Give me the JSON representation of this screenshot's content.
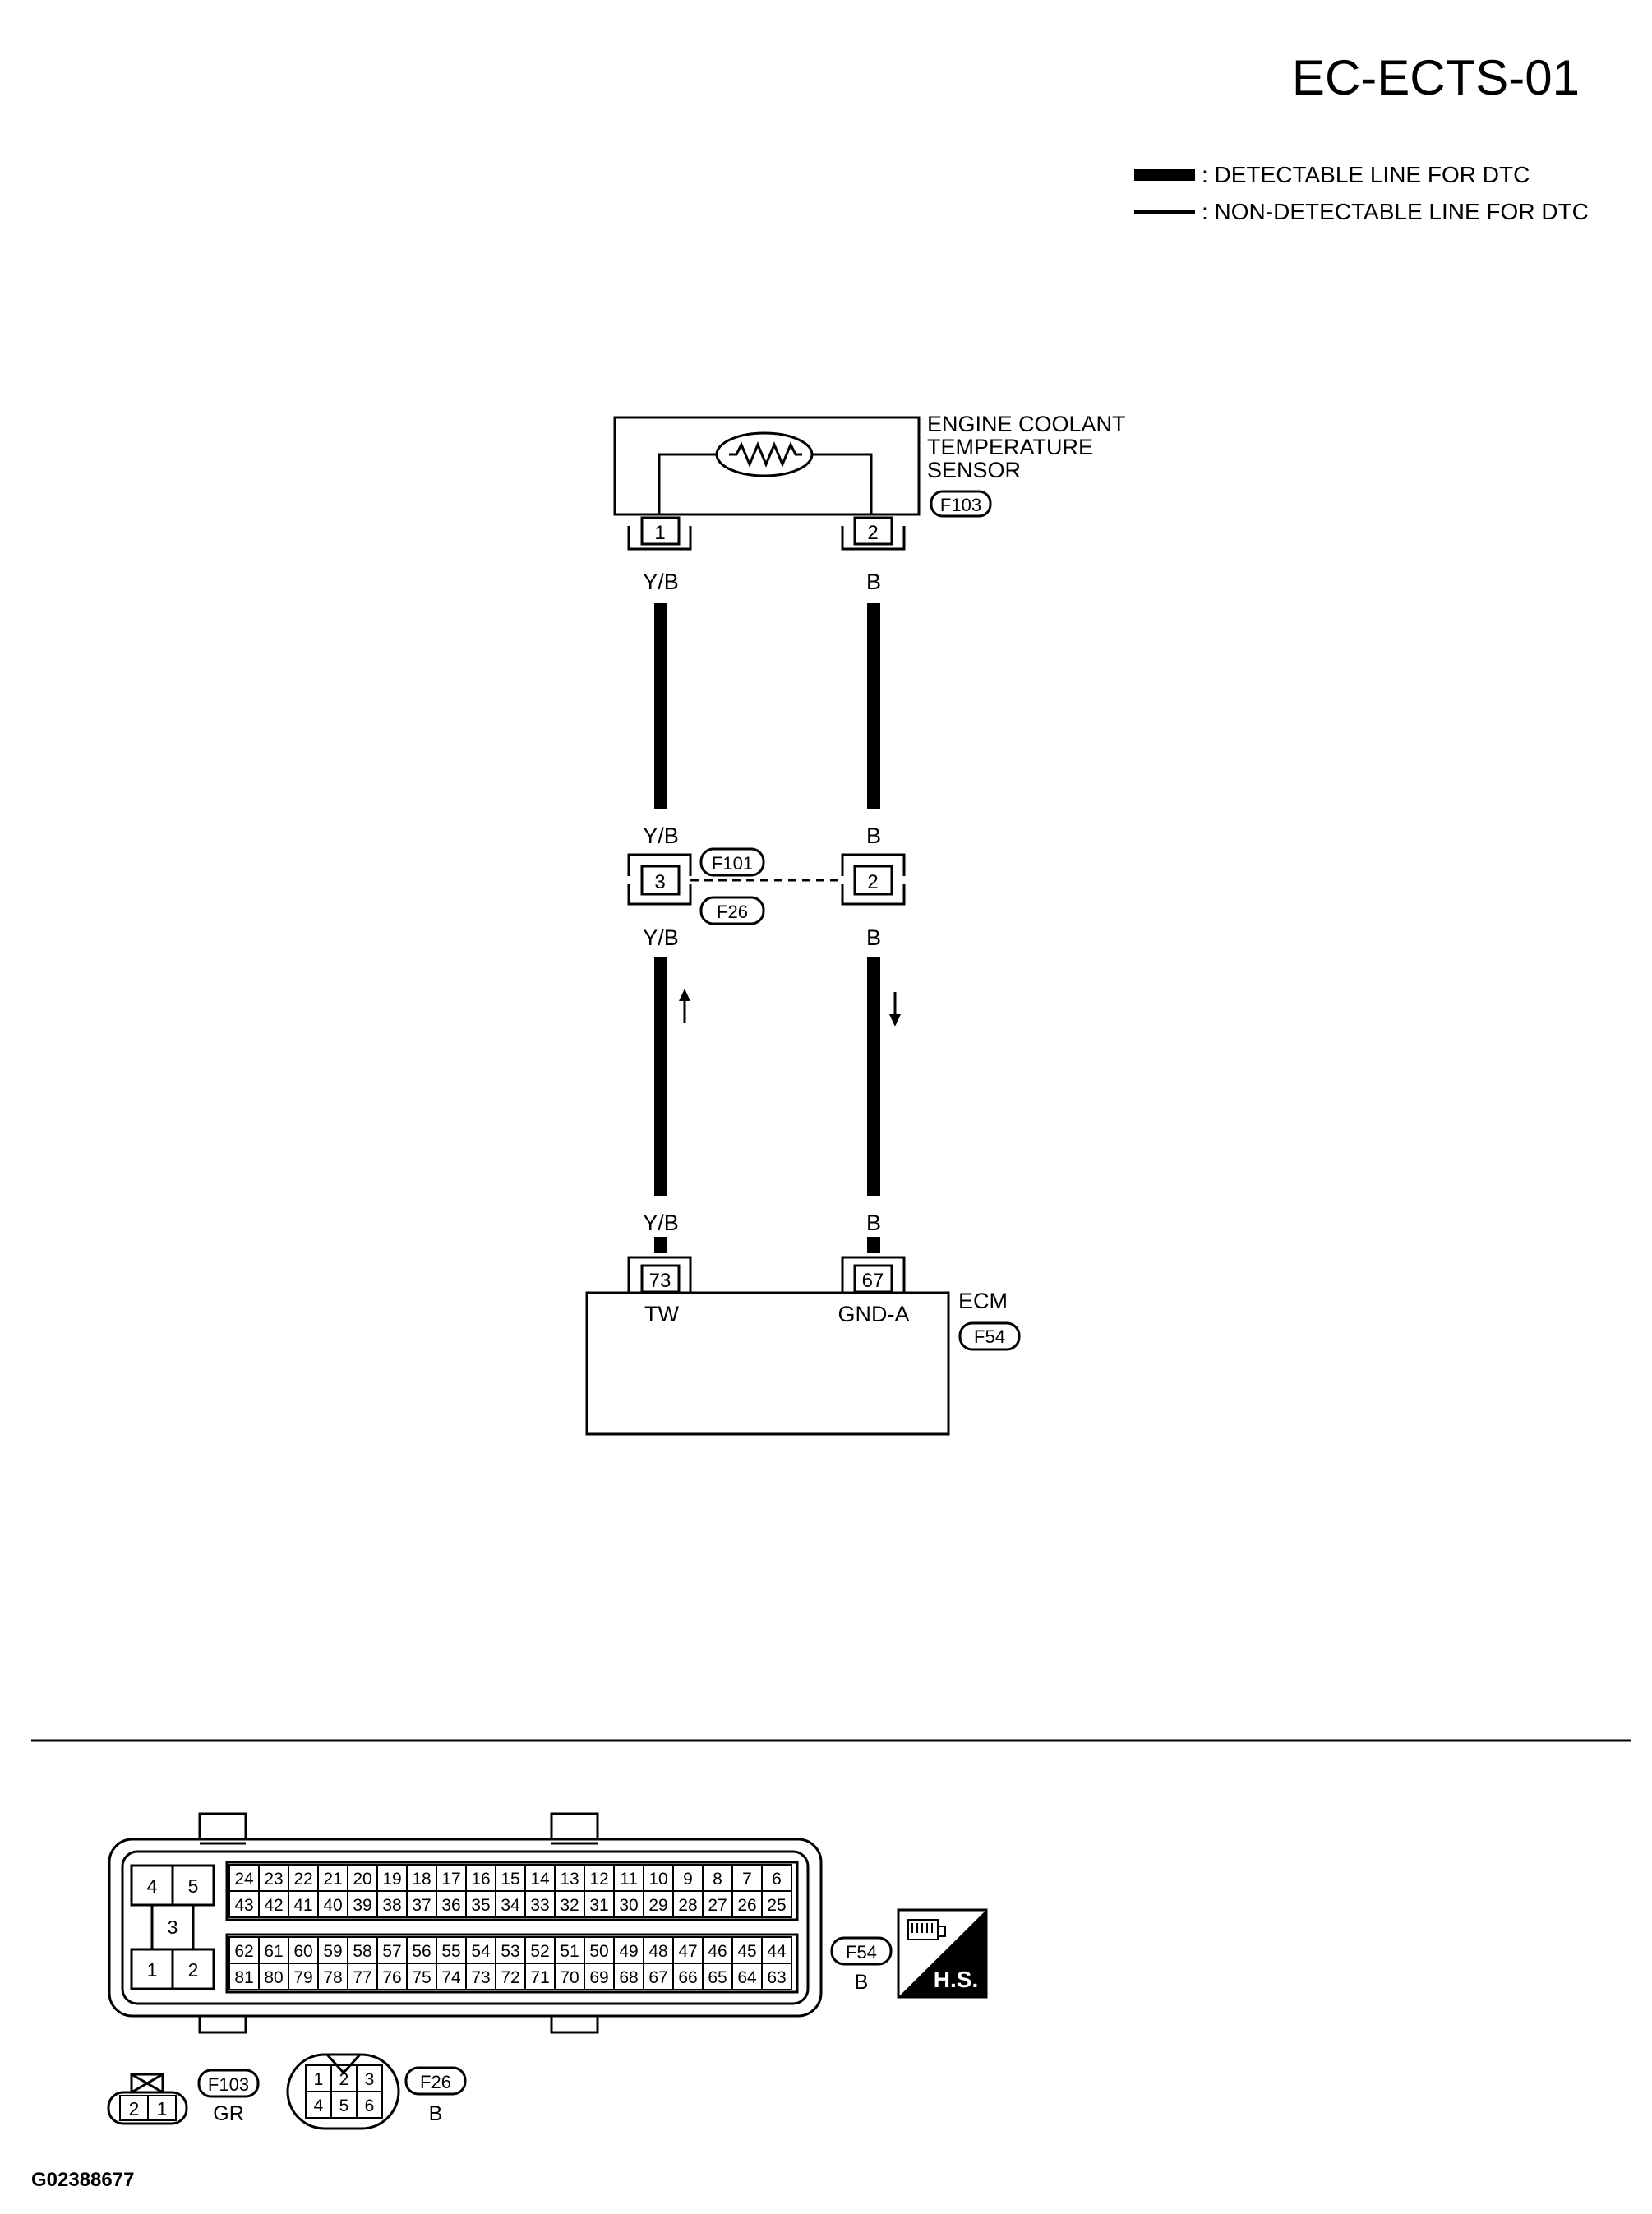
{
  "page_code": "EC-ECTS-01",
  "legend": {
    "detectable": ": DETECTABLE LINE FOR DTC",
    "non_detectable": ": NON-DETECTABLE LINE FOR DTC"
  },
  "sensor": {
    "name_line1": "ENGINE COOLANT",
    "name_line2": "TEMPERATURE",
    "name_line3": "SENSOR",
    "connector_id": "F103",
    "pin1": "1",
    "pin2": "2"
  },
  "wires": {
    "left_color": "Y/B",
    "right_color": "B"
  },
  "junction": {
    "connector_top": "F101",
    "connector_bottom": "F26",
    "pin_left": "3",
    "pin_right": "2"
  },
  "ecm": {
    "name": "ECM",
    "connector_id": "F54",
    "pin_left": "73",
    "pin_right": "67",
    "label_left": "TW",
    "label_right": "GND-A"
  },
  "connector_views": {
    "f54": {
      "id": "F54",
      "color": "B",
      "hs_label": "H.S.",
      "side_pins": [
        "4",
        "5",
        "3",
        "1",
        "2"
      ],
      "row1": [
        "24",
        "23",
        "22",
        "21",
        "20",
        "19",
        "18",
        "17",
        "16",
        "15",
        "14",
        "13",
        "12",
        "11",
        "10",
        "9",
        "8",
        "7",
        "6"
      ],
      "row2": [
        "43",
        "42",
        "41",
        "40",
        "39",
        "38",
        "37",
        "36",
        "35",
        "34",
        "33",
        "32",
        "31",
        "30",
        "29",
        "28",
        "27",
        "26",
        "25"
      ],
      "row3": [
        "62",
        "61",
        "60",
        "59",
        "58",
        "57",
        "56",
        "55",
        "54",
        "53",
        "52",
        "51",
        "50",
        "49",
        "48",
        "47",
        "46",
        "45",
        "44"
      ],
      "row4": [
        "81",
        "80",
        "79",
        "78",
        "77",
        "76",
        "75",
        "74",
        "73",
        "72",
        "71",
        "70",
        "69",
        "68",
        "67",
        "66",
        "65",
        "64",
        "63"
      ]
    },
    "f103": {
      "id": "F103",
      "color": "GR",
      "pins": [
        "2",
        "1"
      ]
    },
    "f26": {
      "id": "F26",
      "color": "B",
      "row_top": [
        "1",
        "2",
        "3"
      ],
      "row_bottom": [
        "4",
        "5",
        "6"
      ]
    }
  },
  "figure_id": "G02388677"
}
